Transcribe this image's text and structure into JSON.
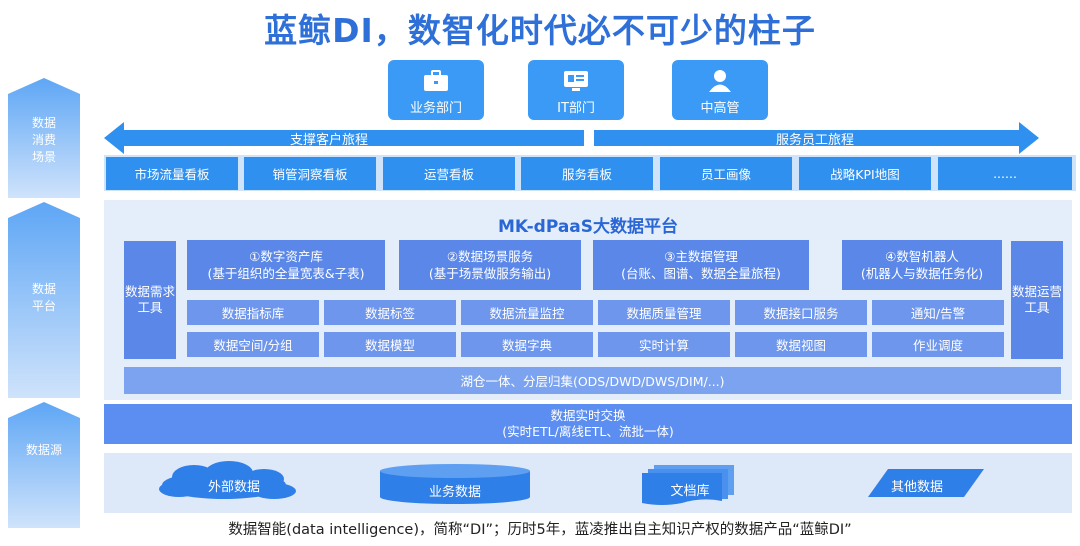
{
  "title": "蓝鲸DI，数智化时代必不可少的柱子",
  "side_arrows": [
    {
      "label": "数据\n消费\n场景"
    },
    {
      "label": "数据\n平台"
    },
    {
      "label": "数据源"
    }
  ],
  "roles": [
    {
      "label": "业务部门",
      "icon": "briefcase-icon"
    },
    {
      "label": "IT部门",
      "icon": "monitor-icon"
    },
    {
      "label": "中高管",
      "icon": "person-icon"
    }
  ],
  "journey": {
    "left": "支撑客户旅程",
    "right": "服务员工旅程"
  },
  "boards": [
    "市场流量看板",
    "销管洞察看板",
    "运营看板",
    "服务看板",
    "员工画像",
    "战略KPI地图",
    "......"
  ],
  "platform": {
    "title": "MK-dPaaS大数据平台",
    "left_tool": "数据需求\n工具",
    "right_tool": "数据运营\n工具",
    "modules": [
      {
        "line1": "①数字资产库",
        "line2": "(基于组织的全量宽表&子表)"
      },
      {
        "line1": "②数据场景服务",
        "line2": "(基于场景做服务输出)"
      },
      {
        "line1": "③主数据管理",
        "line2": "(台账、图谱、数据全量旅程)"
      },
      {
        "line1": "④数智机器人",
        "line2": "(机器人与数据任务化)"
      }
    ],
    "row1": [
      "数据指标库",
      "数据标签",
      "数据流量监控",
      "数据质量管理",
      "数据接口服务",
      "通知/告警"
    ],
    "row2": [
      "数据空间/分组",
      "数据模型",
      "数据字典",
      "实时计算",
      "数据视图",
      "作业调度"
    ],
    "lakehouse": "湖仓一体、分层归集(ODS/DWD/DWS/DIM/...)"
  },
  "exchange": {
    "line1": "数据实时交换",
    "line2": "(实时ETL/离线ETL、流批一体)"
  },
  "sources": [
    "外部数据",
    "业务数据",
    "文档库",
    "其他数据"
  ],
  "caption": "数据智能(data intelligence)，简称“DI”；历时5年，蓝凌推出自主知识产权的数据产品“蓝鲸DI”",
  "colors": {
    "title": "#2e6fd8",
    "primary": "#2f90ef",
    "platform_bg": "#e4eefb",
    "module": "#5b88e8"
  }
}
